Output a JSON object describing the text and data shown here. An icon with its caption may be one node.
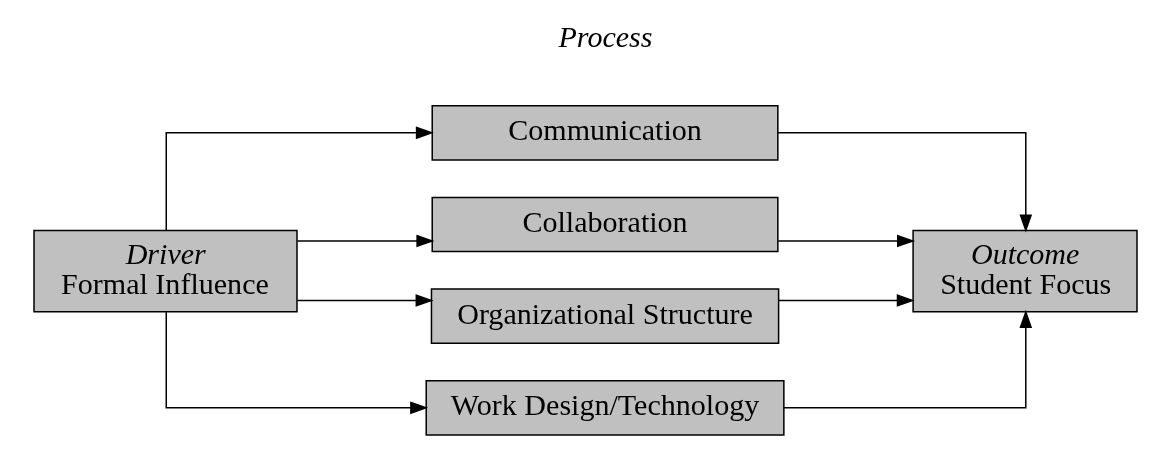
{
  "diagram": {
    "nodes": [
      {
        "text": [
          "Driver",
          "Formal Influence"
        ]
      },
      {
        "text": [
          "Communication"
        ]
      },
      {
        "text": [
          "Collaboration"
        ]
      },
      {
        "text": [
          "Organizational Structure"
        ]
      },
      {
        "text": [
          "Work Design/Technology"
        ]
      },
      {
        "text": [
          "Outcome",
          "Student Focus"
        ]
      }
    ],
    "edges": [
      {
        "from": 0,
        "to": 1,
        "arrow": "to"
      },
      {
        "from": 0,
        "to": 2,
        "arrow": "to"
      },
      {
        "from": 0,
        "to": 3,
        "arrow": "to"
      },
      {
        "from": 0,
        "to": 4,
        "arrow": "to"
      },
      {
        "from": 1,
        "to": 5,
        "arrow": "to"
      },
      {
        "from": 2,
        "to": 5,
        "arrow": "to"
      },
      {
        "from": 3,
        "to": 5,
        "arrow": "to"
      },
      {
        "from": 4,
        "to": 5,
        "arrow": "to"
      }
    ],
    "labels": [
      "Process"
    ]
  }
}
